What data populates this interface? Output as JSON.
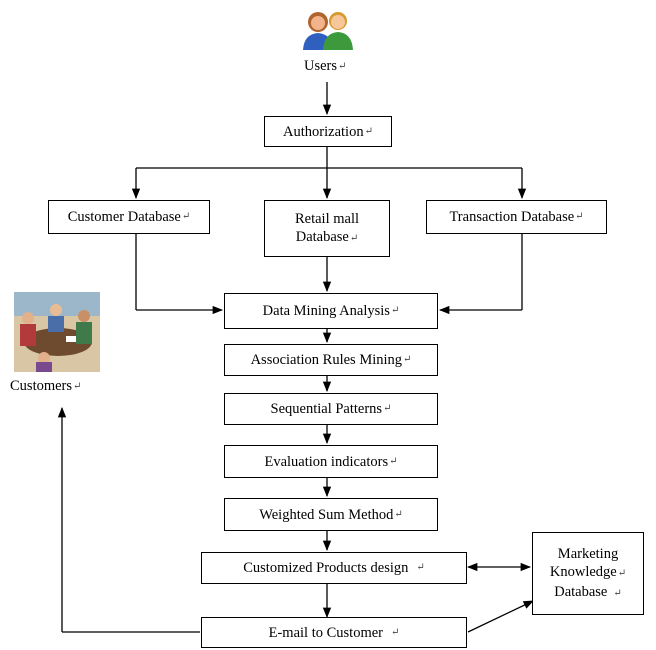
{
  "nodes": {
    "users": "Users",
    "authorization": "Authorization",
    "customer_db": "Customer Database",
    "retail_db_line1": "Retail mall",
    "retail_db_line2": "Database",
    "transaction_db": "Transaction Database",
    "data_mining": "Data Mining Analysis",
    "association": "Association Rules Mining",
    "sequential": "Sequential Patterns",
    "evaluation": "Evaluation indicators",
    "weighted": "Weighted Sum Method",
    "custom_design": "Customized Products design",
    "email": "E-mail to Customer",
    "mk_line1": "Marketing",
    "mk_line2": "Knowledge",
    "mk_line3": "Database",
    "customers": "Customers"
  },
  "return_mark": "↵",
  "icons": {
    "users": "users-icon",
    "customers": "customers-meeting-illustration"
  }
}
